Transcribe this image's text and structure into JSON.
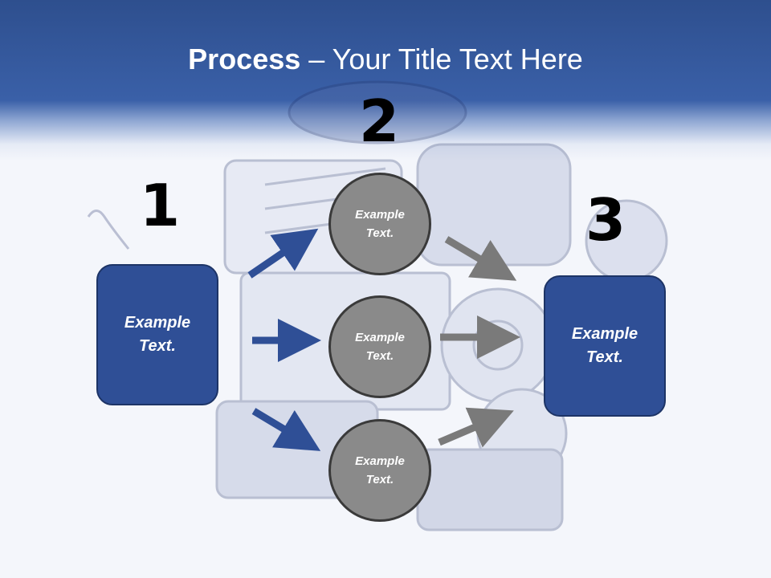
{
  "slide": {
    "title_bold": "Process",
    "title_rest": " – Your Title Text Here",
    "background_colors": {
      "header": "#3a60a8",
      "page": "#f4f6fb"
    }
  },
  "steps": [
    {
      "number": "1",
      "box_text_line1": "Example",
      "box_text_line2": "Text."
    },
    {
      "number": "2"
    },
    {
      "number": "3",
      "box_text_line1": "Example",
      "box_text_line2": "Text."
    }
  ],
  "circles": [
    {
      "line1": "Example",
      "line2": "Text."
    },
    {
      "line1": "Example",
      "line2": "Text."
    },
    {
      "line1": "Example",
      "line2": "Text."
    }
  ],
  "colors": {
    "box_fill": "#2f4f96",
    "circle_fill": "#8a8a8a",
    "blue_arrow": "#2f4f96",
    "gray_arrow": "#7a7a7a"
  },
  "background_image": {
    "icon": "engine-photo"
  }
}
